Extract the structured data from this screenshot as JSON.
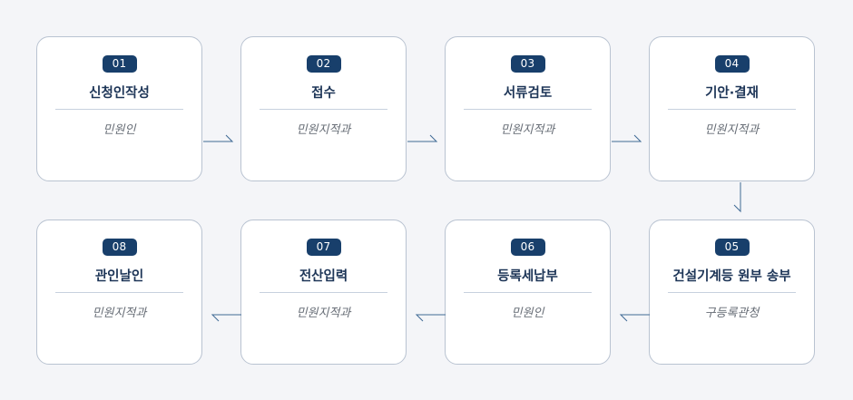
{
  "steps": [
    {
      "number": "01",
      "title": "신청인작성",
      "actor": "민원인"
    },
    {
      "number": "02",
      "title": "접수",
      "actor": "민원지적과"
    },
    {
      "number": "03",
      "title": "서류검토",
      "actor": "민원지적과"
    },
    {
      "number": "04",
      "title": "기안·결재",
      "actor": "민원지적과"
    },
    {
      "number": "05",
      "title": "건설기계등 원부 송부",
      "actor": "구등록관청"
    },
    {
      "number": "06",
      "title": "등록세납부",
      "actor": "민원인"
    },
    {
      "number": "07",
      "title": "전산입력",
      "actor": "민원지적과"
    },
    {
      "number": "08",
      "title": "관인날인",
      "actor": "민원지적과"
    }
  ],
  "colors": {
    "badge": "#183f6b",
    "title": "#1d3557",
    "actor": "#666c75",
    "card_border": "#b9c3d1",
    "arrow": "#3f6a95",
    "background": "#f4f5f8"
  }
}
